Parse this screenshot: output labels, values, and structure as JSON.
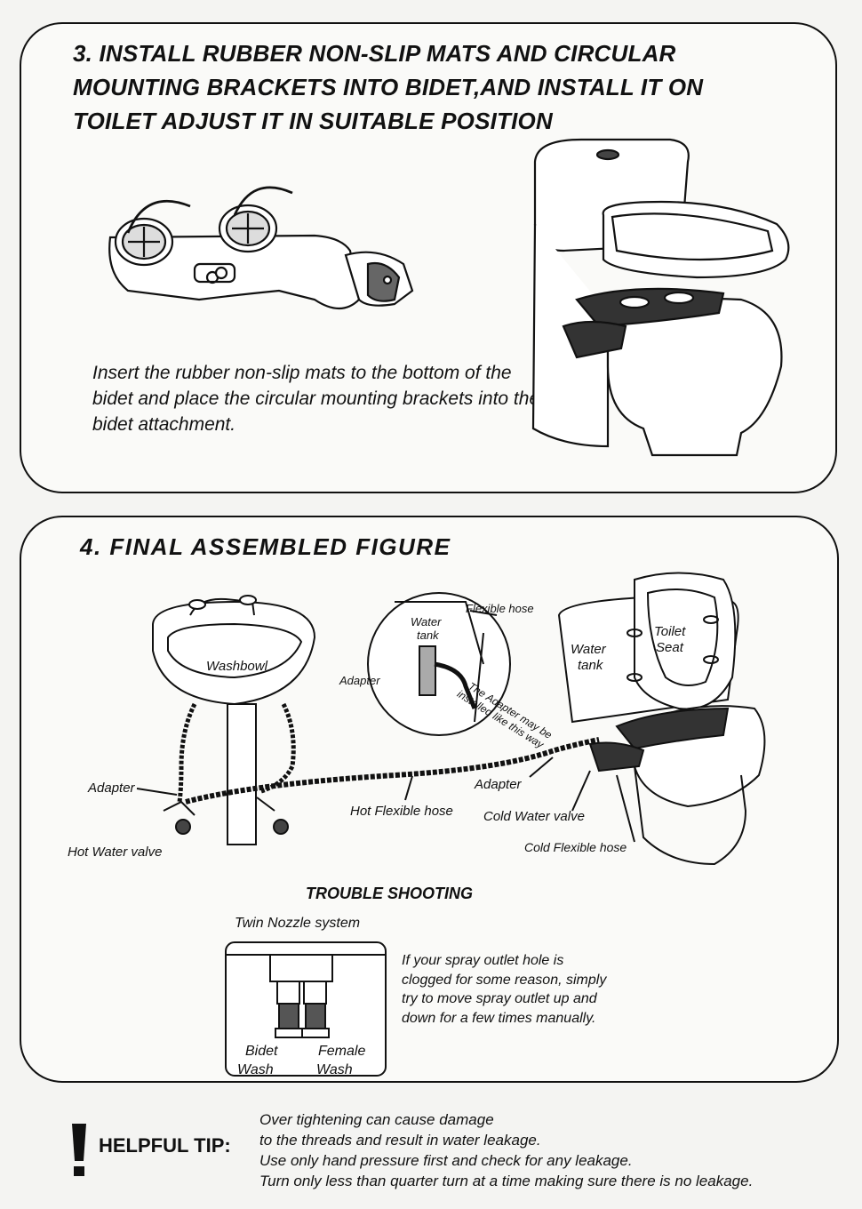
{
  "section3": {
    "heading": "3. INSTALL RUBBER NON-SLIP MATS AND CIRCULAR MOUNTING BRACKETS INTO BIDET,AND INSTALL IT ON TOILET ADJUST IT IN SUITABLE POSITION",
    "instruction": "Insert the rubber non-slip mats to the bottom of the bidet and place the circular mounting brackets into the bidet attachment."
  },
  "section4": {
    "heading": "4. FINAL ASSEMBLED FIGURE",
    "labels": {
      "washbowl": "Washbowl",
      "flexible_hose": "Flexible hose",
      "water_tank_inset": [
        "Water",
        "tank"
      ],
      "adapter_inset": "Adapter",
      "note": [
        "The Adapter may be",
        "installed like this way"
      ],
      "water_tank": [
        "Water",
        "tank"
      ],
      "toilet_seat": [
        "Toilet",
        "Seat"
      ],
      "adapter_left": "Adapter",
      "hot_water_valve": "Hot Water valve",
      "hot_flexible_hose": "Hot Flexible hose",
      "adapter_right": "Adapter",
      "cold_water_valve": "Cold Water valve",
      "cold_flexible_hose": "Cold Flexible hose"
    },
    "trouble": {
      "title": "TROUBLE SHOOTING",
      "diagram_title": "Twin Nozzle system",
      "bidet": [
        "Bidet",
        "Wash"
      ],
      "female": [
        "Female",
        "Wash"
      ],
      "text": "If your spray outlet hole is clogged for some reason, simply try to move spray outlet up and down for a few times manually."
    }
  },
  "tip": {
    "label": "HELPFUL TIP:",
    "lines": [
      "Over tightening can cause damage",
      "to the threads and result in water leakage.",
      "Use only hand pressure first and check for any leakage.",
      "Turn only less than quarter turn at a time making sure there is no leakage."
    ]
  }
}
